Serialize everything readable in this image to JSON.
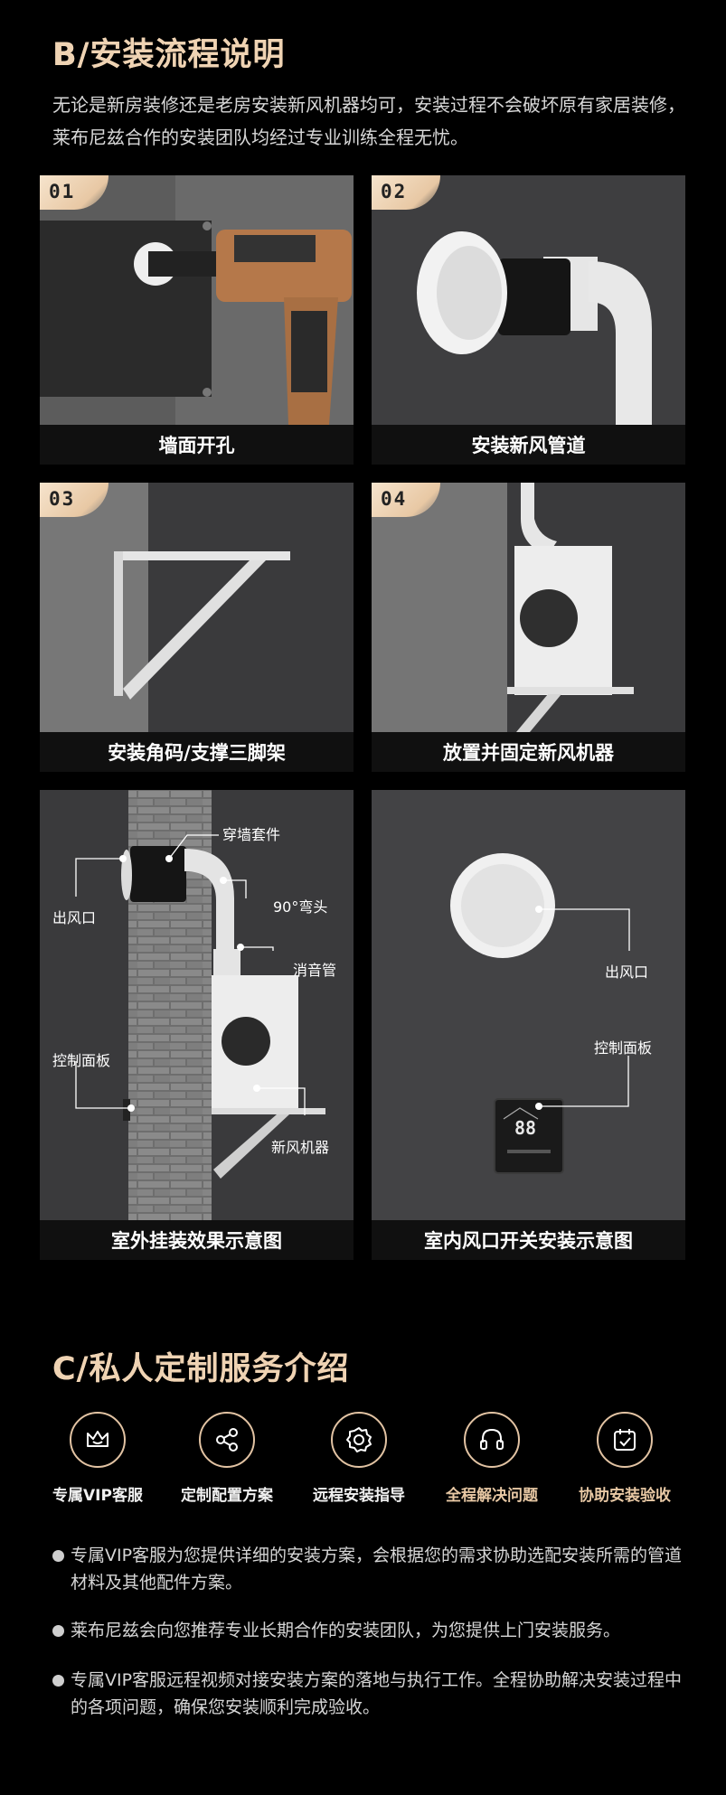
{
  "section_b": {
    "title": "B/安装流程说明",
    "intro": "无论是新房装修还是老房安装新风机器均可，安装过程不会破坏原有家居装修，莱布尼兹合作的安装团队均经过专业训练全程无忧。"
  },
  "steps": [
    {
      "num": "01",
      "caption": "墙面开孔"
    },
    {
      "num": "02",
      "caption": "安装新风管道"
    },
    {
      "num": "03",
      "caption": "安装角码/支撑三脚架"
    },
    {
      "num": "04",
      "caption": "放置并固定新风机器"
    }
  ],
  "diagram_outdoor": {
    "caption": "室外挂装效果示意图",
    "labels": {
      "wall_sleeve": "穿墙套件",
      "elbow": "90°弯头",
      "outlet": "出风口",
      "silencer": "消音管",
      "control_panel": "控制面板",
      "machine": "新风机器"
    }
  },
  "diagram_indoor": {
    "caption": "室内风口开关安装示意图",
    "labels": {
      "outlet": "出风口",
      "control_panel": "控制面板"
    },
    "panel_display": "88"
  },
  "section_c": {
    "title": "C/私人定制服务介绍",
    "services": [
      {
        "label": "专属VIP客服",
        "icon": "crown-icon"
      },
      {
        "label": "定制配置方案",
        "icon": "share-icon"
      },
      {
        "label": "远程安装指导",
        "icon": "gear-icon"
      },
      {
        "label": "全程解决问题",
        "icon": "headset-icon"
      },
      {
        "label": "协助安装验收",
        "icon": "calendar-check-icon"
      }
    ],
    "bullets": [
      "专属VIP客服为您提供详细的安装方案，会根据您的需求协助选配安装所需的管道材料及其他配件方案。",
      "莱布尼兹会向您推荐专业长期合作的安装团队，为您提供上门安装服务。",
      "专属VIP客服远程视频对接安装方案的落地与执行工作。全程协助解决安装过程中的各项问题，确保您安装顺利完成验收。"
    ]
  },
  "colors": {
    "accent_gold": "#e8c8a4",
    "background": "#000000",
    "caption_bar": "#101010"
  }
}
